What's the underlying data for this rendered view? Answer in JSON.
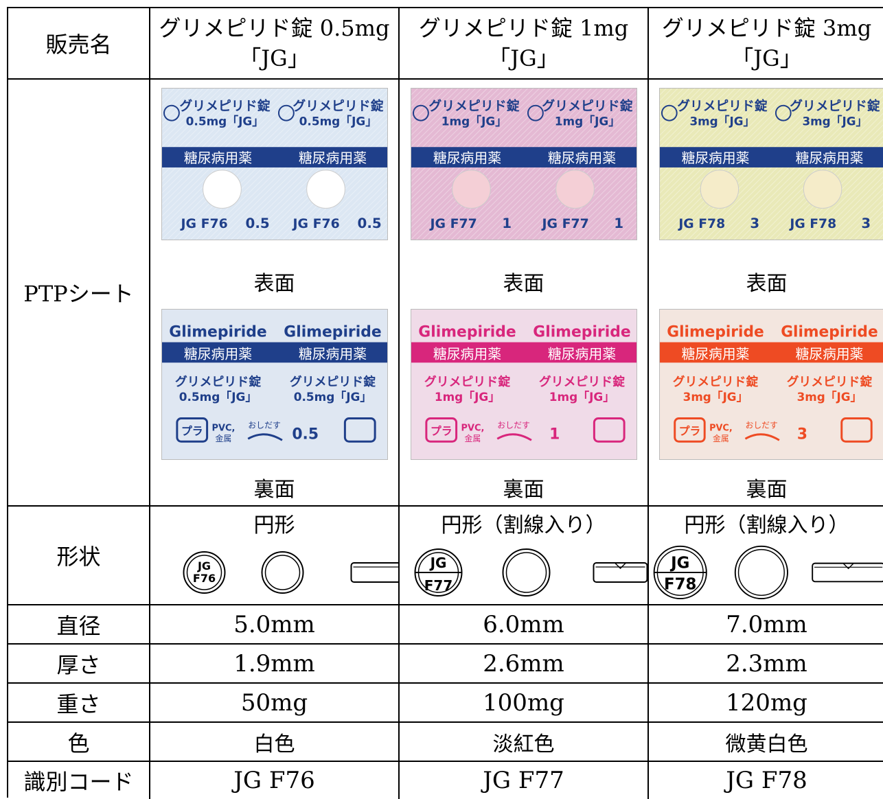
{
  "header": {
    "label": "販売名",
    "products": [
      {
        "name_line1": "グリメピリド錠 0.5mg",
        "name_line2": "「JG」"
      },
      {
        "name_line1": "グリメピリド錠 1mg",
        "name_line2": "「JG」"
      },
      {
        "name_line1": "グリメピリド錠 3mg",
        "name_line2": "「JG」"
      }
    ]
  },
  "ptp": {
    "label": "PTPシート",
    "front_caption": "表面",
    "back_caption": "裏面",
    "sheets": [
      {
        "front_color": "#dce7f3",
        "band_color": "#1f3f8a",
        "front_name": "グリメピリド錠",
        "front_strength": "0.5mg「JG」",
        "band_text": "糖尿病用薬",
        "front_code": "JG F76",
        "front_mark": "0.5",
        "back_color": "#dfe7f2",
        "back_accent": "#1f3f8a",
        "back_brand": "Glimepiride",
        "back_name": "グリメピリド錠",
        "back_strength": "0.5mg「JG」",
        "back_mark": "0.5",
        "tablet_color": "#ffffff"
      },
      {
        "front_color": "#e4b9d3",
        "band_color": "#1f3f8a",
        "front_name": "グリメピリド錠",
        "front_strength": "1mg「JG」",
        "band_text": "糖尿病用薬",
        "front_code": "JG F77",
        "front_mark": "1",
        "back_color": "#f0dbe8",
        "back_accent": "#d8267c",
        "back_brand": "Glimepiride",
        "back_name": "グリメピリド錠",
        "back_strength": "1mg「JG」",
        "back_mark": "1",
        "tablet_color": "#f4cfd6"
      },
      {
        "front_color": "#e9e9b8",
        "band_color": "#1f3f8a",
        "front_name": "グリメピリド錠",
        "front_strength": "3mg「JG」",
        "band_text": "糖尿病用薬",
        "front_code": "JG F78",
        "front_mark": "3",
        "back_color": "#f3e6df",
        "back_accent": "#ee4b23",
        "back_brand": "Glimepiride",
        "back_name": "グリメピリド錠",
        "back_strength": "3mg「JG」",
        "back_mark": "3",
        "tablet_color": "#f5ecc9"
      }
    ],
    "recycle_mark": "プラ",
    "recycle_material": "PVC,",
    "recycle_metal": "金属",
    "push_text": "おしだす"
  },
  "shape": {
    "label": "形状",
    "items": [
      {
        "desc": "円形",
        "code_top": "JG",
        "code_bottom": "F76",
        "scored": false
      },
      {
        "desc": "円形（割線入り）",
        "code_top": "JG",
        "code_bottom": "F77",
        "scored": true
      },
      {
        "desc": "円形（割線入り）",
        "code_top": "JG",
        "code_bottom": "F78",
        "scored": true
      }
    ]
  },
  "specs": [
    {
      "label": "直径",
      "values": [
        "5.0mm",
        "6.0mm",
        "7.0mm"
      ]
    },
    {
      "label": "厚さ",
      "values": [
        "1.9mm",
        "2.6mm",
        "2.3mm"
      ]
    },
    {
      "label": "重さ",
      "values": [
        "50mg",
        "100mg",
        "120mg"
      ]
    },
    {
      "label": "色",
      "values": [
        "白色",
        "淡紅色",
        "微黄白色"
      ]
    },
    {
      "label": "識別コード",
      "values": [
        "JG F76",
        "JG F77",
        "JG F78"
      ]
    }
  ]
}
